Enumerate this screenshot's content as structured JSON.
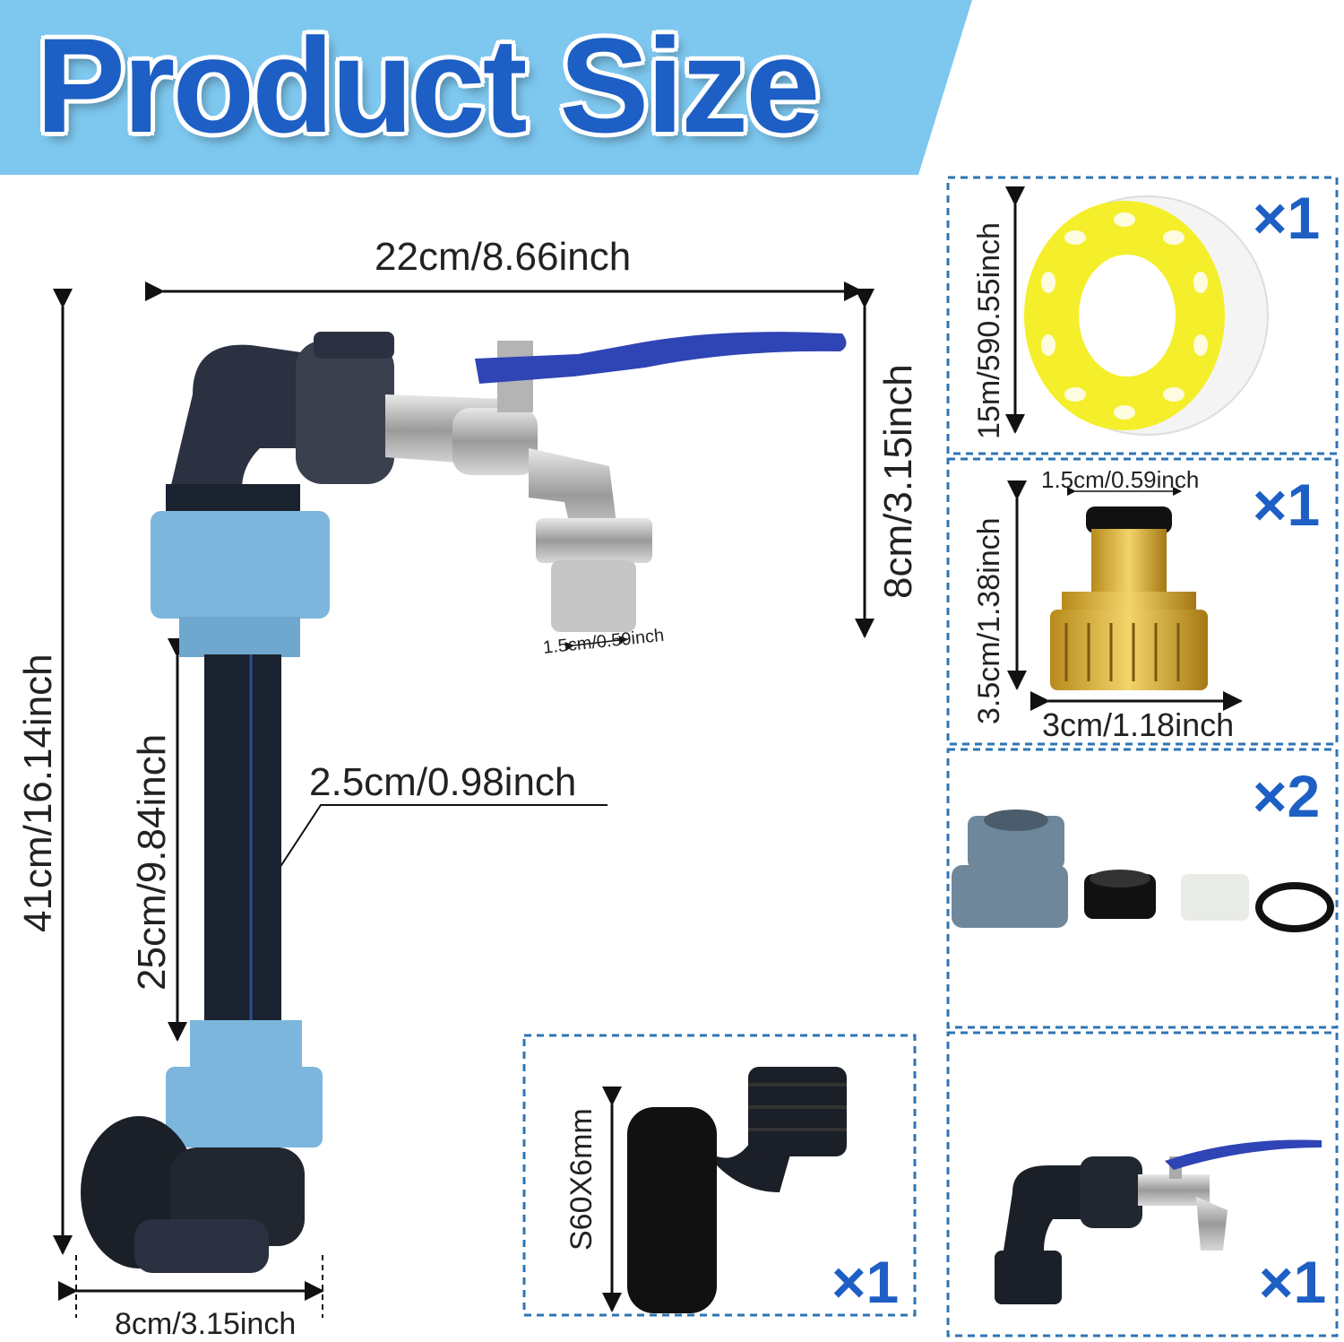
{
  "title": "Product Size",
  "colors": {
    "banner": "#7ec8f0",
    "title": "#1d5fc4",
    "box_border": "#2e74b5",
    "pipe": "#1b2230",
    "fitting_blue": "#7cb6dc"
  },
  "main_assembly": {
    "width_label": "22cm/8.66inch",
    "height_label": "41cm/16.14inch",
    "tap_height_label": "8cm/3.15inch",
    "nozzle_label": "1.5cm/0.59inch",
    "pipe_length_label": "25cm/9.84inch",
    "pipe_diameter_label": "2.5cm/0.98inch",
    "base_width_label": "8cm/3.15inch"
  },
  "accessories": {
    "tape": {
      "quantity": "×1",
      "length_label": "15m/590.55inch"
    },
    "connector": {
      "quantity": "×1",
      "top_label": "1.5cm/0.59inch",
      "height_label": "3.5cm/1.38inch",
      "width_label": "3cm/1.18inch"
    },
    "fittings": {
      "quantity": "×2"
    },
    "elbow": {
      "quantity": "×1",
      "thread_label": "S60X6mm"
    },
    "tap_set": {
      "quantity": "×1"
    }
  }
}
